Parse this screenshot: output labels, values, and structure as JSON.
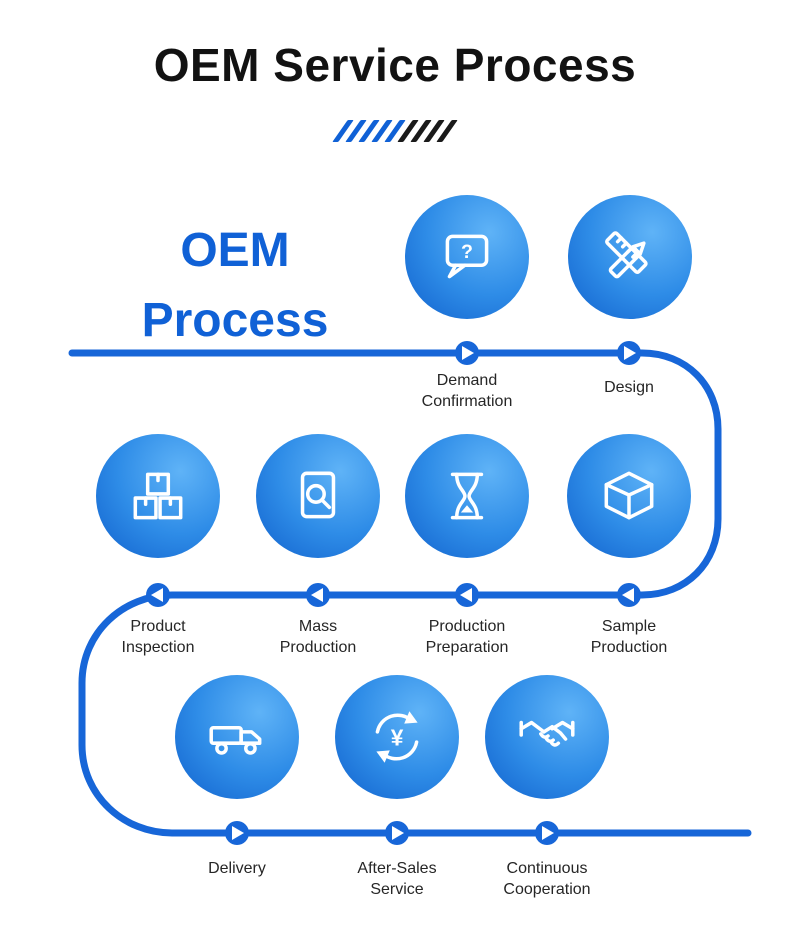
{
  "title": "OEM Service Process",
  "heading": "OEM\nProcess",
  "colors": {
    "brand_blue": "#1061d6",
    "path_blue": "#1766d8",
    "title_black": "#121212",
    "label_gray": "#262626",
    "circle_light": "#5fb3f7",
    "circle_mid": "#2e8ce7",
    "circle_dark": "#1161cd",
    "slash_black": "#1a1a1a"
  },
  "steps": [
    {
      "label": "Demand\nConfirmation",
      "icon": "speech-question-icon",
      "icon_text": "?"
    },
    {
      "label": "Design",
      "icon": "pencil-ruler-icon"
    },
    {
      "label": "Sample\nProduction",
      "icon": "carton-box-icon"
    },
    {
      "label": "Production\nPreparation",
      "icon": "hourglass-icon"
    },
    {
      "label": "Mass\nProduction",
      "icon": "document-magnifier-icon"
    },
    {
      "label": "Product\nInspection",
      "icon": "stacked-boxes-icon"
    },
    {
      "label": "Delivery",
      "icon": "delivery-truck-icon"
    },
    {
      "label": "After-Sales\nService",
      "icon": "refresh-yen-icon",
      "icon_text": "¥"
    },
    {
      "label": "Continuous\nCooperation",
      "icon": "handshake-icon"
    }
  ]
}
